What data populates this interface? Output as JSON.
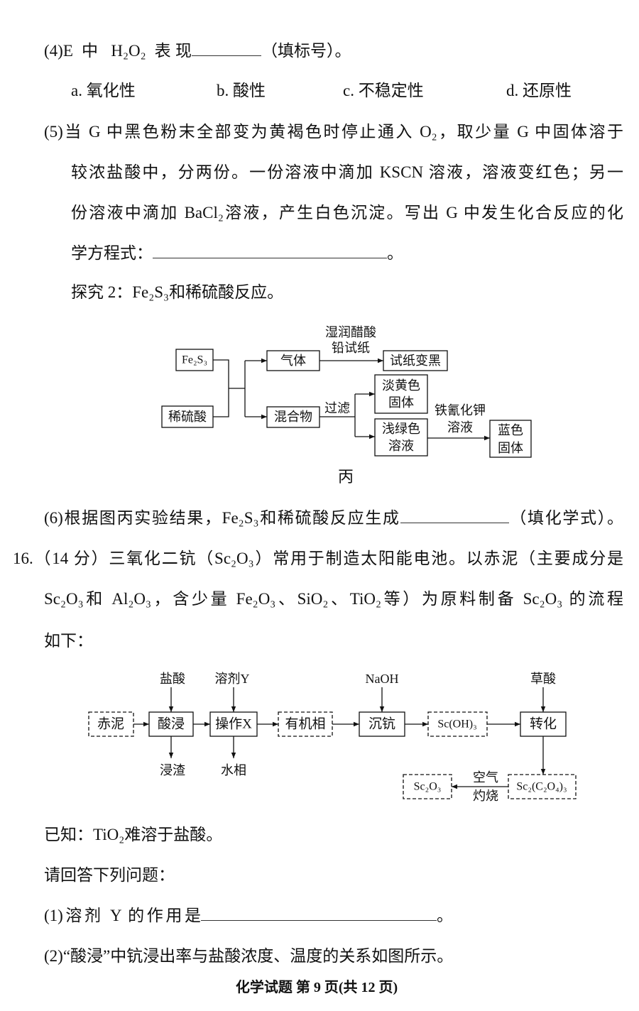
{
  "q15": {
    "part4": {
      "prefix": "(4)E 中 H₂O₂ 表现",
      "suffix": "（填标号）。",
      "options": [
        "a. 氧化性",
        "b. 酸性",
        "c. 不稳定性",
        "d. 还原性"
      ]
    },
    "part5": {
      "lines": [
        "(5)当 G 中黑色粉末全部变为黄褐色时停止通入 O₂，取少量 G 中固体溶于",
        "较浓盐酸中，分两份。一份溶液中滴加 KSCN 溶液，溶液变红色；另一",
        "份溶液中滴加 BaCl₂溶液，产生白色沉淀。写出 G 中发生化合反应的化"
      ],
      "last_prefix": "学方程式：",
      "last_suffix": "。"
    },
    "explore2": "探究 2：Fe₂S₃和稀硫酸反应。",
    "diagram_bing": {
      "caption": "丙",
      "reactant_1": "Fe₂S₃",
      "reactant_2": "稀硫酸",
      "gas": "气体",
      "gas_test_reagent": [
        "湿润醋酸",
        "铅试纸"
      ],
      "gas_test_result": "试纸变黑",
      "mixture": "混合物",
      "separation": "过滤",
      "solid": [
        "淡黄色",
        "固体"
      ],
      "solution": [
        "浅绿色",
        "溶液"
      ],
      "solution_test_reagent": [
        "铁氰化钾",
        "溶液"
      ],
      "solution_test_result": [
        "蓝色",
        "固体"
      ]
    },
    "part6": {
      "prefix": "(6)根据图丙实验结果，Fe₂S₃和稀硫酸反应生成",
      "suffix": "（填化学式）。"
    }
  },
  "q16": {
    "intro_lines": [
      "16.（14 分）三氧化二钪（Sc₂O₃）常用于制造太阳能电池。以赤泥（主要成分是",
      "Sc₂O₃和 Al₂O₃，含少量 Fe₂O₃、SiO₂、TiO₂等）为原料制备 Sc₂O₃ 的流程",
      "如下："
    ],
    "flow": {
      "inputs": {
        "acid": "盐酸",
        "solvent": "溶剂Y",
        "base": "NaOH",
        "oxalic": "草酸"
      },
      "steps": [
        "赤泥",
        "酸浸",
        "操作X",
        "有机相",
        "沉钪",
        "Sc(OH)₃",
        "转化"
      ],
      "outputs": {
        "residue": "浸渣",
        "aqueous": "水相"
      },
      "oxalate": "Sc₂(C₂O₄)₃",
      "calcine_labels": [
        "空气",
        "灼烧"
      ],
      "product": "Sc₂O₃"
    },
    "known": "已知：TiO₂难溶于盐酸。",
    "prompt": "请回答下列问题：",
    "part1": {
      "prefix": "(1)溶剂 Y 的作用是",
      "suffix": "。"
    },
    "part2": "(2)“酸浸”中钪浸出率与盐酸浓度、温度的关系如图所示。"
  },
  "footer": "化学试题 第 9 页(共 12 页)"
}
